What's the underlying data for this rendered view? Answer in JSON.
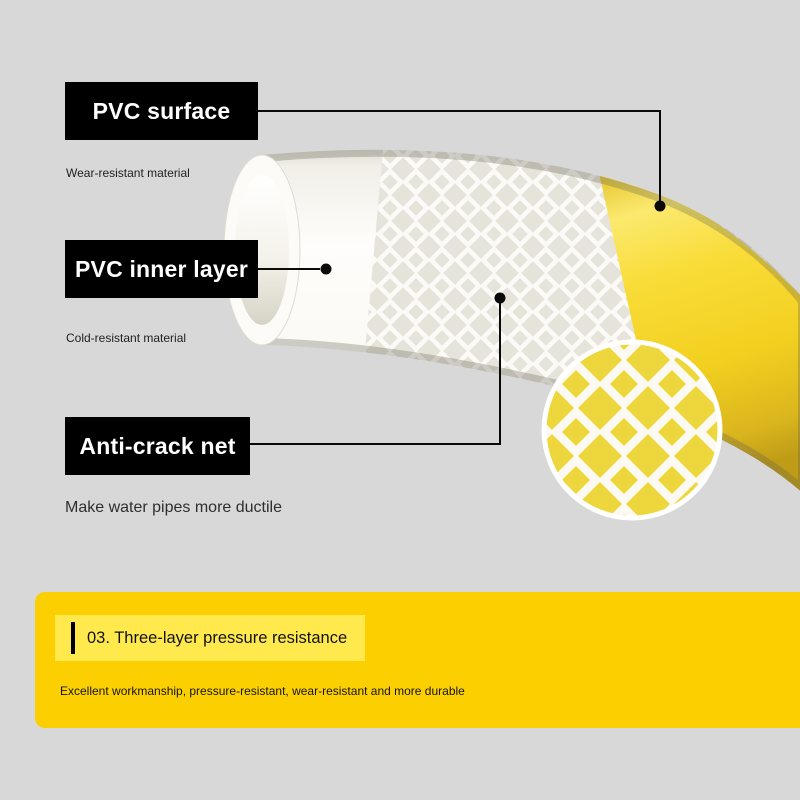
{
  "scene": {
    "callouts": [
      {
        "id": "surface",
        "label": "PVC surface",
        "note": "Wear-resistant material"
      },
      {
        "id": "inner",
        "label": "PVC inner layer",
        "note": "Cold-resistant material"
      },
      {
        "id": "net",
        "label": "Anti-crack net",
        "note": "Make water pipes more ductile"
      }
    ]
  },
  "banner": {
    "heading": "03. Three-layer pressure resistance",
    "subheading": "Excellent workmanship, pressure-resistant, wear-resistant and more durable"
  },
  "colors": {
    "background": "#d8d8d8",
    "label_bg": "#000000",
    "label_text": "#ffffff",
    "hose_yellow": "#f6d62c",
    "mesh_white": "#fbfaf6",
    "tube_white": "#f4f2ec",
    "banner_bg": "#fcd000",
    "banner_highlight": "#ffe94d",
    "callout_line": "#0a0a0a"
  }
}
